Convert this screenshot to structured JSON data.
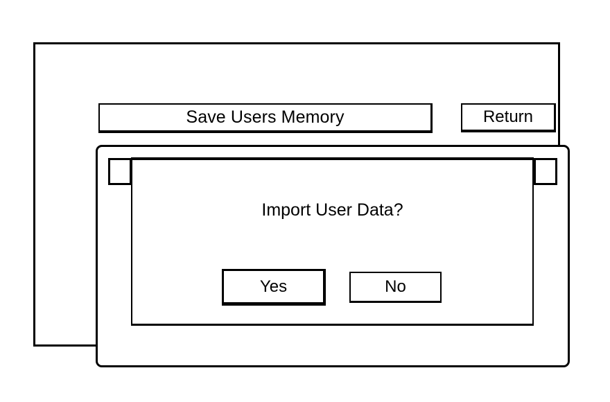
{
  "screen": {
    "title": "Save Users Memory",
    "return_label": "Return"
  },
  "panel": {
    "tab_left_label": "",
    "tab_right_label": ""
  },
  "dialog": {
    "message": "Import User Data?",
    "confirm_label": "Yes",
    "cancel_label": "No"
  },
  "colors": {
    "line": "#000000",
    "background": "#ffffff"
  }
}
